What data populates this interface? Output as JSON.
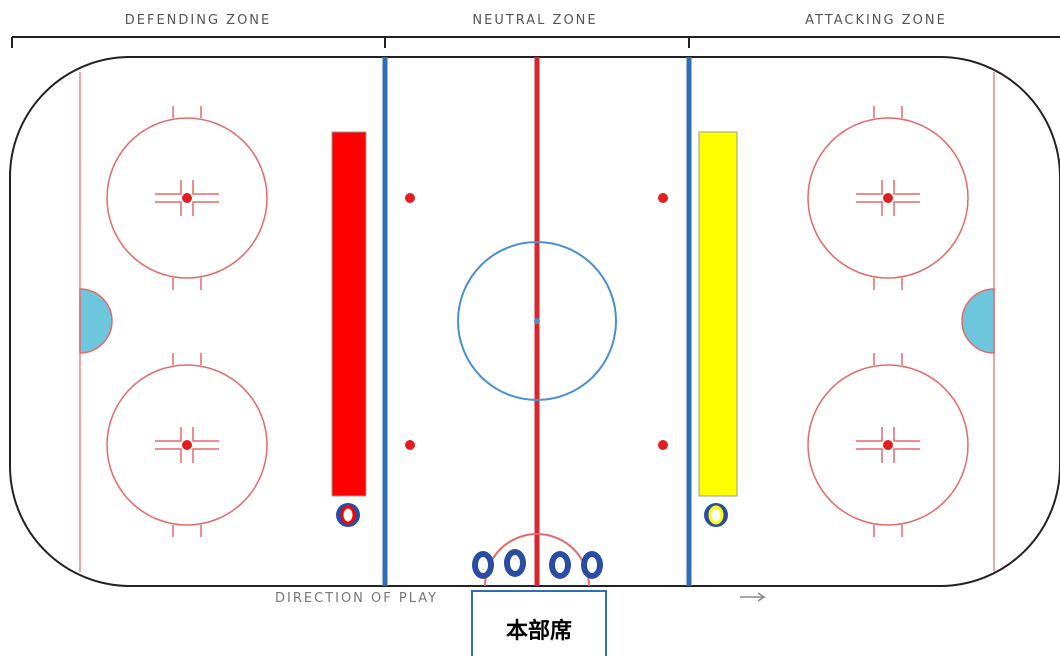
{
  "zones": {
    "defending": "DEFENDING ZONE",
    "neutral": "NEUTRAL ZONE",
    "attacking": "ATTACKING ZONE"
  },
  "direction_label": "DIRECTION OF PLAY",
  "headquarters": {
    "label": "本部席"
  },
  "colors": {
    "rink_border": "#222222",
    "goal_line": "#e88a8a",
    "blue_line": "#2f6fb0",
    "center_line": "#d9252e",
    "faceoff": "#e46a6a",
    "goal_crease": "#6ec6dc",
    "red_bench": "#ff0000",
    "yellow_bench": "#ffff00",
    "marker_ring": "#2a4da3"
  }
}
